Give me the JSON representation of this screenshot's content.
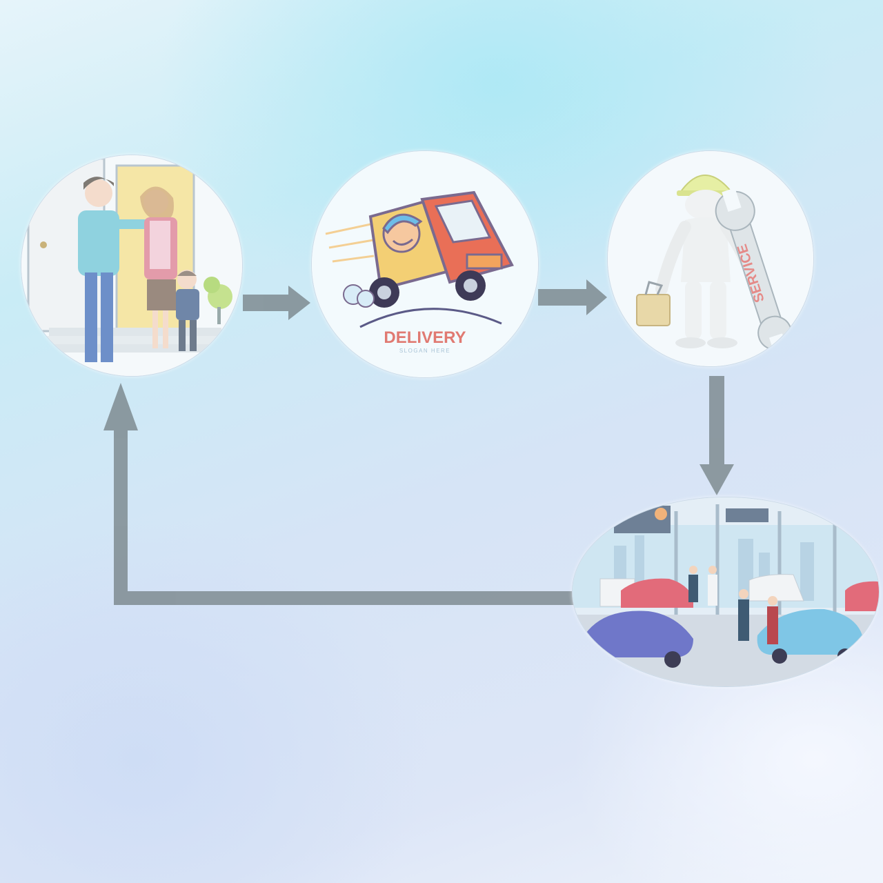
{
  "nodes": {
    "family": {
      "icon": "family-at-door-illustration"
    },
    "delivery": {
      "icon": "delivery-truck-illustration",
      "logo_title": "DELIVERY",
      "logo_slogan": "SLOGAN HERE"
    },
    "service": {
      "icon": "service-mechanic-with-wrench-illustration",
      "wrench_label": "SERVICE"
    },
    "showroom": {
      "icon": "car-showroom-illustration"
    }
  },
  "colors": {
    "arrow": "#7f8c92",
    "delivery_text": "#e07a72",
    "service_text": "#e58a88"
  }
}
